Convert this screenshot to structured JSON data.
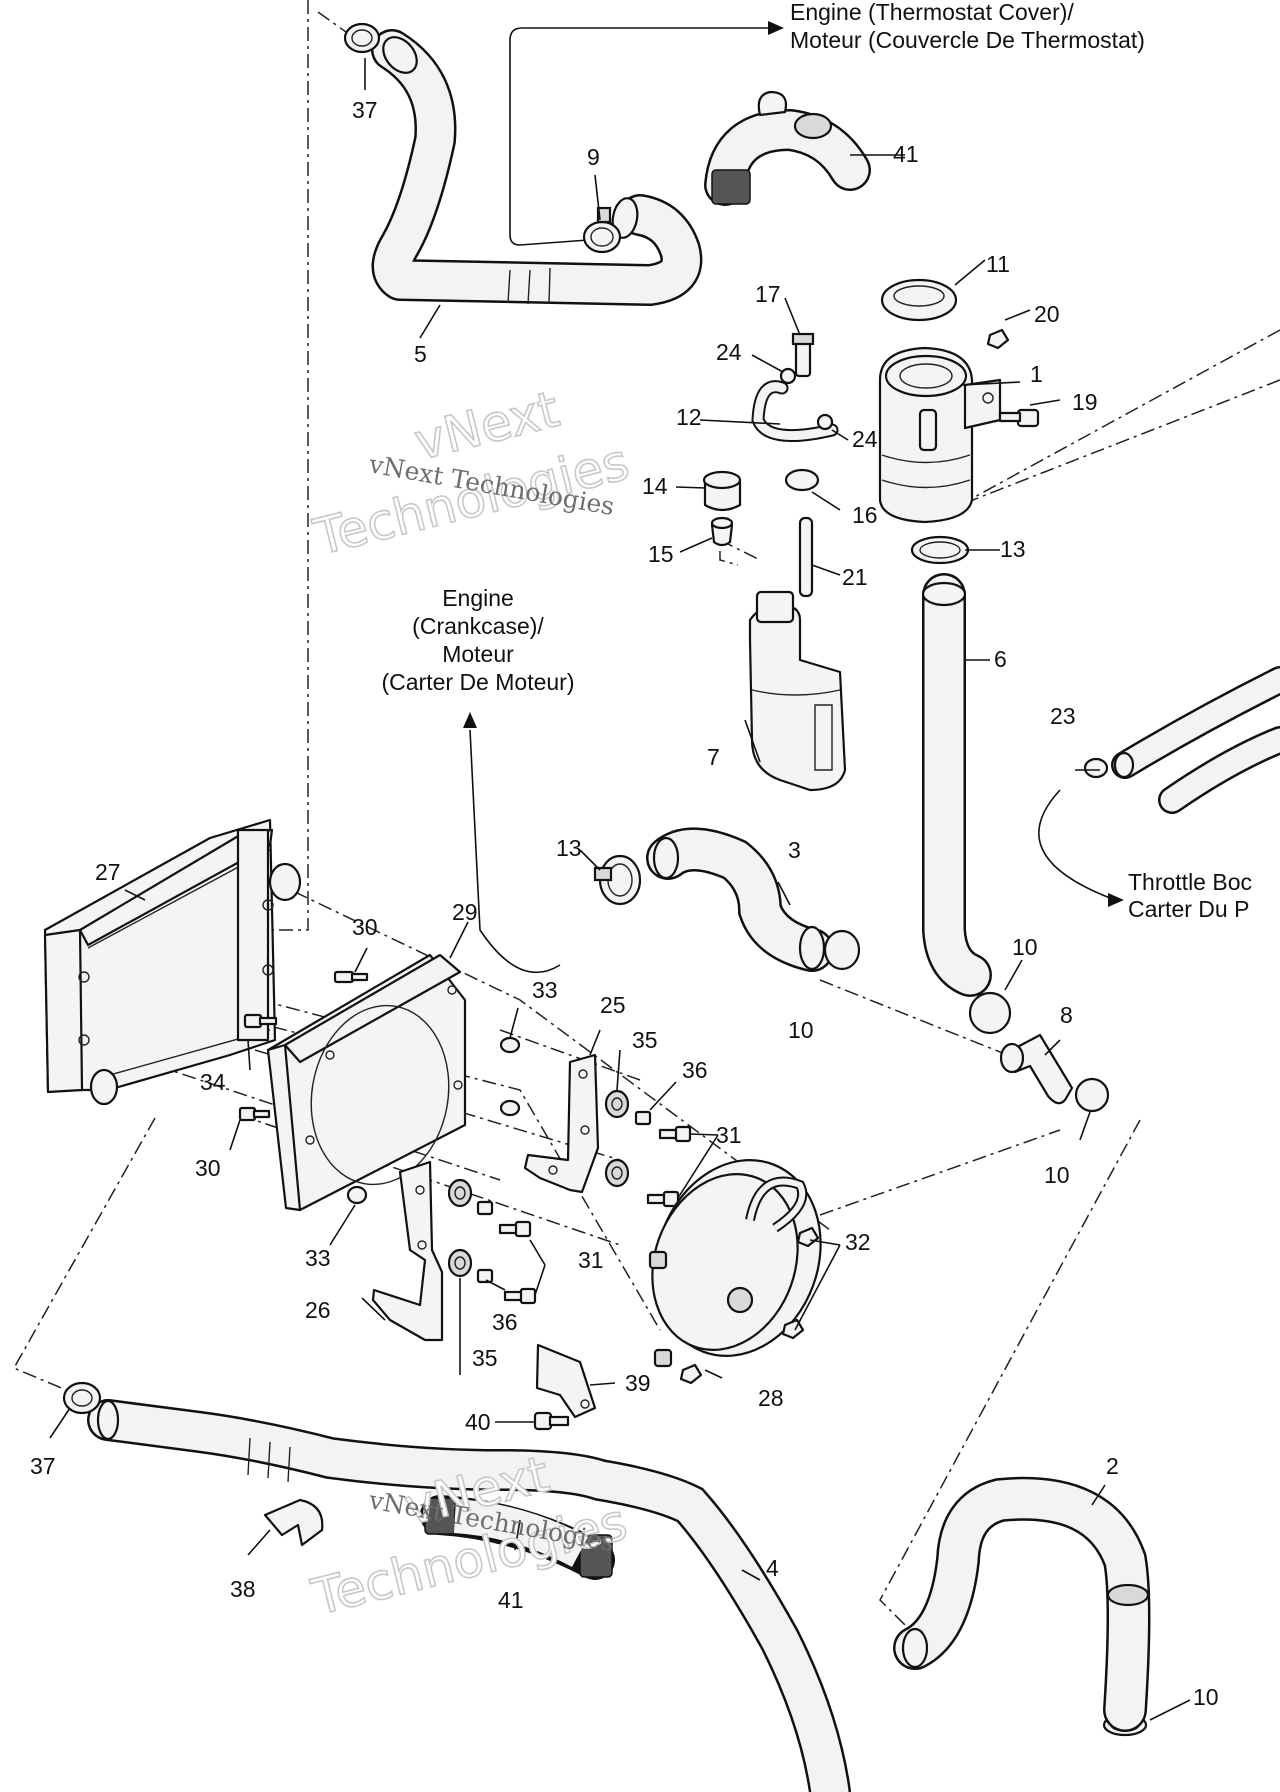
{
  "callouts": {
    "thermostat_line1": "Engine (Thermostat Cover)/",
    "thermostat_line2": "Moteur (Couvercle De Thermostat)",
    "crankcase_line1": "Engine",
    "crankcase_line2": "(Crankcase)/",
    "crankcase_line3": "Moteur",
    "crankcase_line4": "(Carter De Moteur)",
    "throttle_line1": "Throttle Boc",
    "throttle_line2": "Carter Du P"
  },
  "watermarks": {
    "big_top": "vNext",
    "big_bottom": "Technologies",
    "small": "vNext Technologies"
  },
  "part_numbers": {
    "n1": "1",
    "n2": "2",
    "n3": "3",
    "n4": "4",
    "n5": "5",
    "n6": "6",
    "n7": "7",
    "n8": "8",
    "n9": "9",
    "n10": "10",
    "n11": "11",
    "n12": "12",
    "n13": "13",
    "n14": "14",
    "n15": "15",
    "n16": "16",
    "n17": "17",
    "n19": "19",
    "n20": "20",
    "n21": "21",
    "n23": "23",
    "n24": "24",
    "n25": "25",
    "n26": "26",
    "n27": "27",
    "n28": "28",
    "n29": "29",
    "n30": "30",
    "n31": "31",
    "n32": "32",
    "n33": "33",
    "n34": "34",
    "n35": "35",
    "n36": "36",
    "n37": "37",
    "n38": "38",
    "n39": "39",
    "n40": "40",
    "n41": "41"
  }
}
